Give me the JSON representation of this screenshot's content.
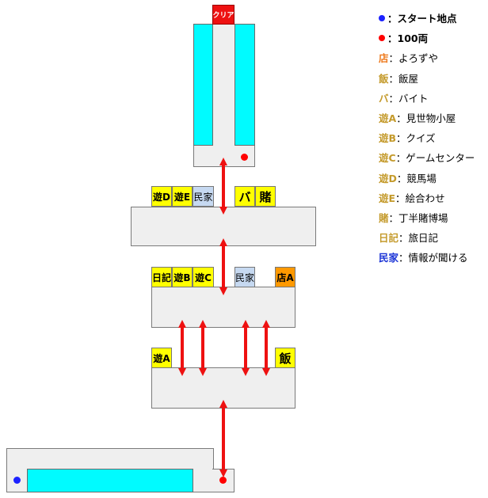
{
  "labels": {
    "clear": "クリア",
    "asobi_d": "遊D",
    "asobi_e": "遊E",
    "minka": "民家",
    "baito": "バ",
    "tobaku": "賭",
    "nikki": "日記",
    "asobi_b": "遊B",
    "asobi_c": "遊C",
    "mise_a": "店A",
    "asobi_a": "遊A",
    "meshi": "飯"
  },
  "legend": [
    {
      "marker": "blue-dot",
      "key": "●：",
      "text": "スタート地点",
      "color": "#1c22ff"
    },
    {
      "marker": "red-dot",
      "key": "●：",
      "text": "100両",
      "color": "#ff0000"
    },
    {
      "key": "店",
      "sep": "：",
      "text": "よろずや",
      "color": "#ee7a1e"
    },
    {
      "key": "飯",
      "sep": "：",
      "text": "飯屋",
      "color": "#c49a2b"
    },
    {
      "key": "バ",
      "sep": "：",
      "text": "バイト",
      "color": "#c49a2b"
    },
    {
      "key": "遊A",
      "sep": "：",
      "text": "見世物小屋",
      "color": "#c49a2b"
    },
    {
      "key": "遊B",
      "sep": "：",
      "text": "クイズ",
      "color": "#c49a2b"
    },
    {
      "key": "遊C",
      "sep": "：",
      "text": "ゲームセンター",
      "color": "#c49a2b"
    },
    {
      "key": "遊D",
      "sep": "：",
      "text": "競馬場",
      "color": "#c49a2b"
    },
    {
      "key": "遊E",
      "sep": "：",
      "text": "絵合わせ",
      "color": "#c49a2b"
    },
    {
      "key": "賭",
      "sep": "：",
      "text": "丁半賭博場",
      "color": "#c49a2b"
    },
    {
      "key": "日記",
      "sep": "：",
      "text": "旅日記",
      "color": "#c49a2b"
    },
    {
      "key": "民家",
      "sep": "：",
      "text": "情報が聞ける",
      "color": "#1a33d6"
    }
  ],
  "colors": {
    "arrow": "#ee1111",
    "water": "#00fbff",
    "floor": "#efefef",
    "facility": "#ffff00",
    "shop": "#ff9900",
    "house": "#c6d9f1"
  }
}
